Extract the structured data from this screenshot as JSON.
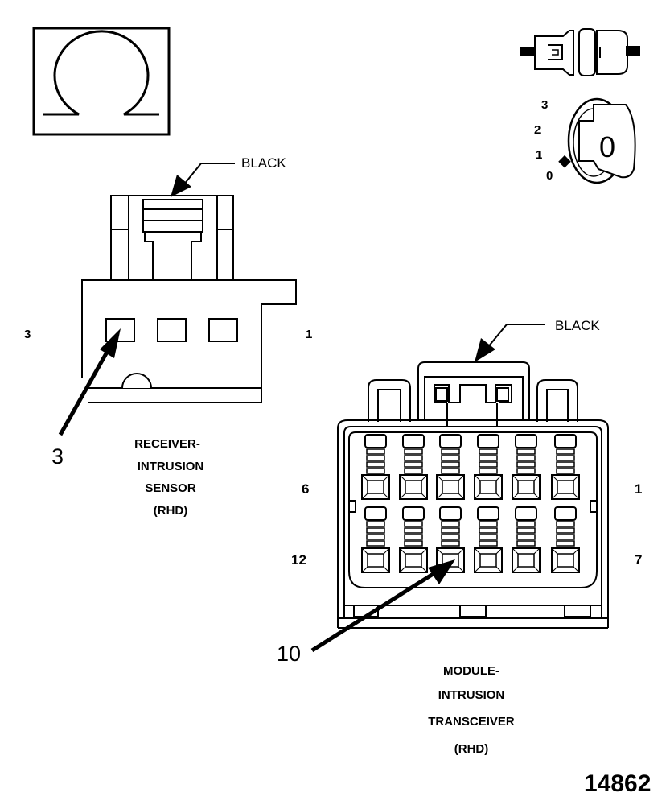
{
  "sensor": {
    "color_label": "BLACK",
    "pin_left": "3",
    "pin_right": "1",
    "callout": "3",
    "name_lines": [
      "RECEIVER-",
      "INTRUSION",
      "SENSOR",
      "(RHD)"
    ]
  },
  "transceiver": {
    "color_label": "BLACK",
    "row1_left": "6",
    "row1_right": "1",
    "row2_left": "12",
    "row2_right": "7",
    "callout": "10",
    "name_lines": [
      "MODULE-",
      "INTRUSION",
      "TRANSCEIVER",
      "(RHD)"
    ]
  },
  "ignition": {
    "positions": [
      "3",
      "2",
      "1",
      "0"
    ],
    "key_position": "0"
  },
  "figure_number": "14862",
  "icons": {
    "meter": "ohm-symbol-icon",
    "connector": "disconnected-connector-icon",
    "key": "ignition-key-icon"
  }
}
